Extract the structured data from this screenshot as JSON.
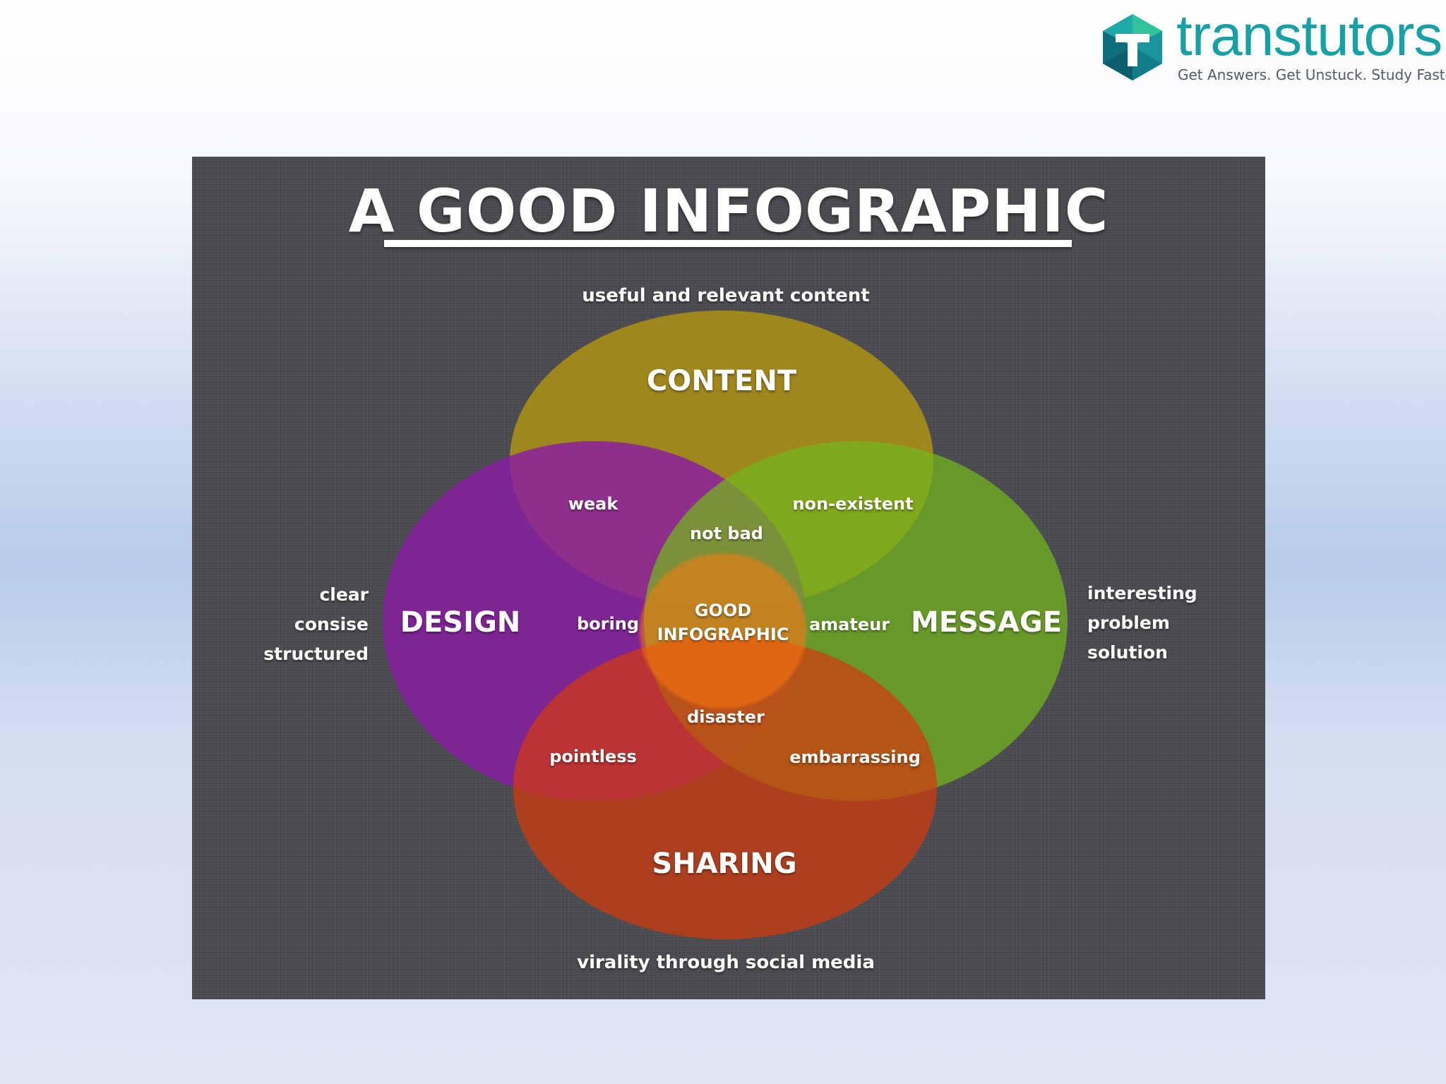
{
  "logo": {
    "name": "transtutors",
    "tagline": "Get Answers. Get Unstuck. Study Faster",
    "color": "#17a1a7"
  },
  "poster": {
    "title": "A GOOD INFOGRAPHIC",
    "background": "#4b4c50"
  },
  "venn": {
    "sets": [
      {
        "name": "CONTENT",
        "description": "useful and relevant content",
        "color": "#a3891a"
      },
      {
        "name": "DESIGN",
        "description": [
          "clear",
          "consise",
          "structured"
        ],
        "color": "#8a1ca3"
      },
      {
        "name": "MESSAGE",
        "description": [
          "interesting",
          "problem",
          "solution"
        ],
        "color": "#6fa62a"
      },
      {
        "name": "SHARING",
        "description": "virality through social media",
        "color": "#c03a12"
      }
    ],
    "overlaps": {
      "content_design": "weak",
      "content_message": "non-existent",
      "content_design_message": "not bad",
      "design_sharing_inner": "boring",
      "message_sharing_inner": "amateur",
      "center": [
        "GOOD",
        "INFOGRAPHIC"
      ],
      "design_sharing": "pointless",
      "message_sharing": "embarrassing",
      "design_message_sharing": "disaster"
    }
  }
}
